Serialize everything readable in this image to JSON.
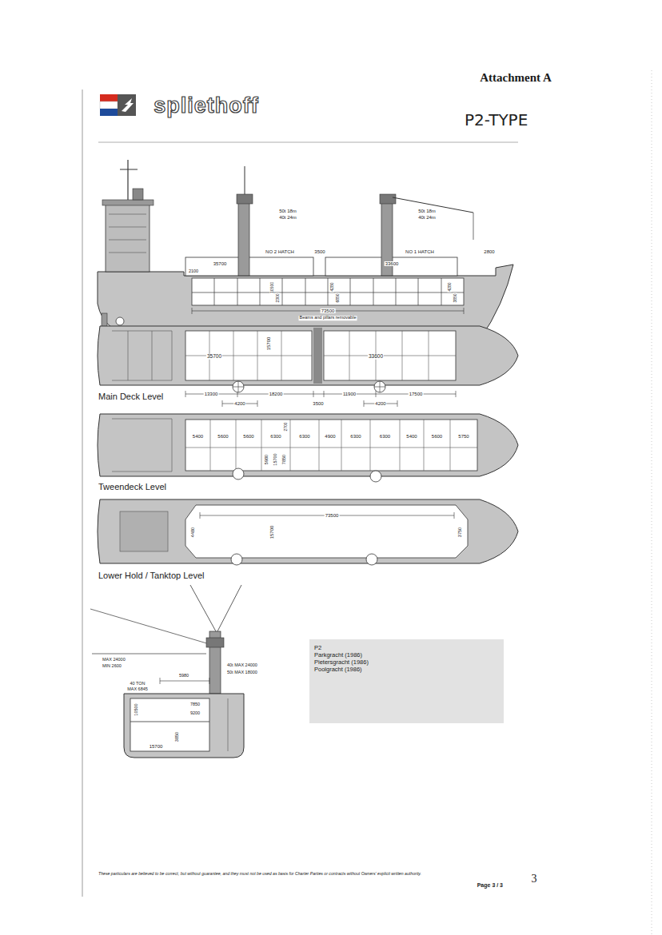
{
  "diagram": {
    "title": "P2-TYPE",
    "nodes": [
      {
        "text": [
          "P2",
          "Parkgracht (1986)",
          "Pietersgracht (1986)",
          "Poolgracht (1986)"
        ]
      }
    ],
    "labels": [
      "Attachment A",
      "spliethoff",
      "50t 18m",
      "40t 24m",
      "50t 18m",
      "40t 24m",
      "NO 2 HATCH",
      "3500",
      "NO 1 HATCH",
      "2800",
      "35700",
      "33600",
      "2100",
      "10500",
      "2300",
      "4280",
      "6850",
      "4280",
      "3850",
      "73500",
      "Beams and pillars removable",
      "35700",
      "15700",
      "33600",
      "13300",
      "18200",
      "11900",
      "17500",
      "4200",
      "3500",
      "4200",
      "Main Deck Level",
      "5400",
      "5600",
      "5600",
      "6300",
      "6300",
      "4900",
      "6300",
      "6300",
      "5400",
      "5600",
      "5750",
      "5980",
      "15700",
      "7850",
      "2700",
      "Tweendeck Level",
      "73500",
      "4480",
      "15700",
      "3750",
      "Lower Hold / Tanktop Level",
      "MAX 24000",
      "MIN 2600",
      "5980",
      "40t MAX 24000",
      "50t MAX 18000",
      "40 TON",
      "MAX 6845",
      "10500",
      "7850",
      "9200",
      "3850",
      "15700",
      "These particulars are believed to be correct, but without guarantee, and they must not be used as basis for Charter Parties or contracts without Owners' explicit written authority.",
      "Page 3 / 3",
      "3"
    ]
  }
}
